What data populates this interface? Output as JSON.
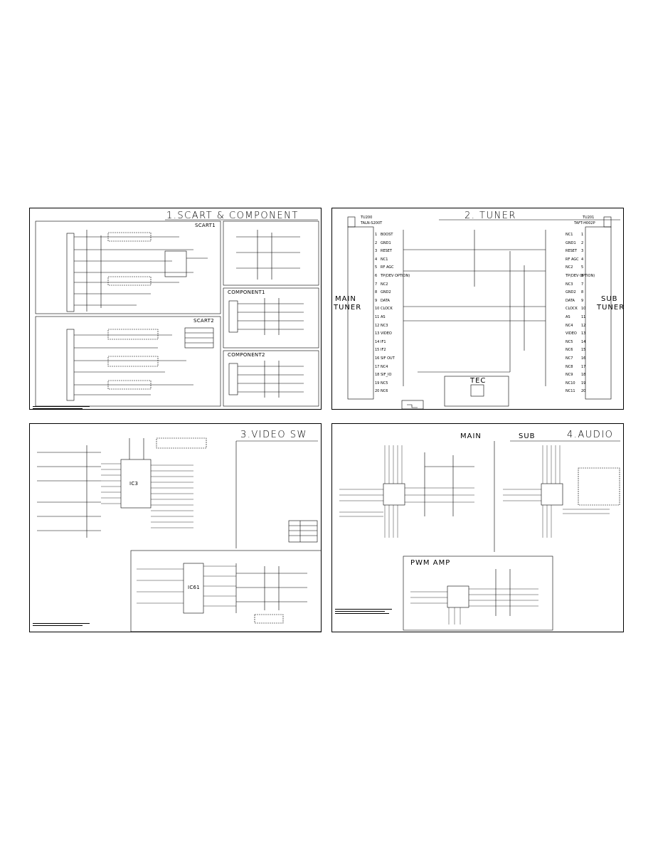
{
  "sheets": {
    "scart": {
      "title": "1.SCART & COMPONENT",
      "scart1": "SCART1",
      "scart2": "SCART2",
      "component1": "COMPONENT1",
      "component2": "COMPONENT2"
    },
    "tuner": {
      "title": "2. TUNER",
      "main_tuner_line1": "MAIN",
      "main_tuner_line2": "TUNER",
      "sub_tuner_line1": "SUB",
      "sub_tuner_line2": "TUNER",
      "tu200": "TU200",
      "tu201": "TU201",
      "main_model": "TALN-S200T",
      "sub_model": "TAFT-H002P",
      "tec": "TEC",
      "main_pins": [
        "BOOST",
        "GND1",
        "RESET",
        "NC1",
        "RF AGC",
        "TP(DEV OPTION)",
        "NC2",
        "GND2",
        "DATA",
        "CLOCK",
        "AS",
        "NC3",
        "VIDEO",
        "IF1",
        "IF2",
        "SIF OUT",
        "NC4",
        "SIF_IO",
        "NC5",
        "NC6"
      ],
      "sub_pins": [
        "NC1",
        "GND1",
        "RESET",
        "RF AGC",
        "NC2",
        "TP(DEV OPTION)",
        "NC3",
        "GND2",
        "DATA",
        "CLOCK",
        "AS",
        "NC4",
        "VIDEO",
        "NC5",
        "NC6",
        "NC7",
        "NC8",
        "NC9",
        "NC10",
        "NC11"
      ]
    },
    "video": {
      "title": "3.VIDEO SW",
      "ic1": "IC3",
      "ic2": "IC61"
    },
    "audio": {
      "title": "4.AUDIO",
      "main": "MAIN",
      "sub": "SUB",
      "pwm": "PWM AMP"
    }
  }
}
